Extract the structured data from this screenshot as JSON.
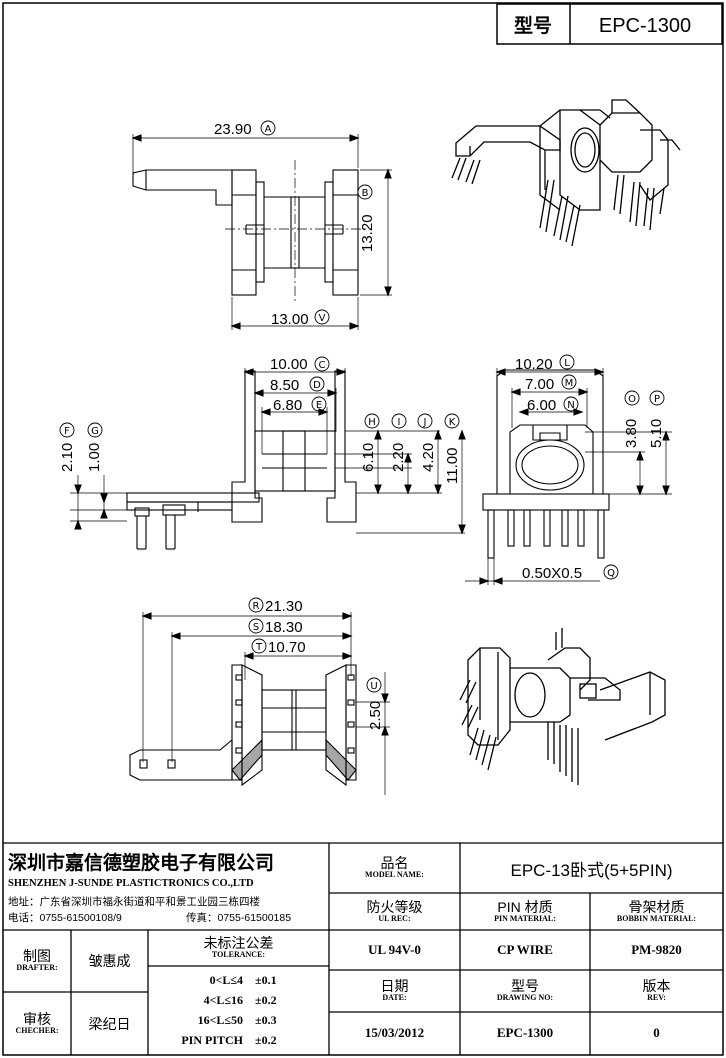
{
  "header": {
    "model_label": "型号",
    "model_value": "EPC-1300"
  },
  "dimensions": {
    "top_width": "23.90",
    "top_width_tag": "A",
    "top_height": "13.20",
    "top_height_tag": "B",
    "bottom_width": "13.00",
    "bottom_width_tag": "V",
    "c": "10.00",
    "c_tag": "C",
    "d": "8.50",
    "d_tag": "D",
    "e": "6.80",
    "e_tag": "E",
    "f": "2.10",
    "f_tag": "F",
    "g": "1.00",
    "g_tag": "G",
    "h": "6.10",
    "h_tag": "H",
    "i": "2.20",
    "i_tag": "I",
    "j": "4.20",
    "j_tag": "J",
    "k": "11.00",
    "k_tag": "K",
    "l": "10.20",
    "l_tag": "L",
    "m": "7.00",
    "m_tag": "M",
    "n": "6.00",
    "n_tag": "N",
    "o": "3.80",
    "o_tag": "O",
    "p": "5.10",
    "p_tag": "P",
    "q": "0.50X0.5",
    "q_tag": "Q",
    "r": "21.30",
    "r_tag": "R",
    "s": "18.30",
    "s_tag": "S",
    "t": "10.70",
    "t_tag": "T",
    "u": "2.50",
    "u_tag": "U"
  },
  "title_block": {
    "company_cn": "深圳市嘉信德塑胶电子有限公司",
    "company_en": "SHENZHEN J-SUNDE PLASTICTRONICS CO.,LTD",
    "address": "地址：广东省深圳市福永街道和平和景工业园三栋四楼",
    "phone": "电话：0755-61500108/9",
    "fax": "传真：0755-61500185",
    "model_name_cn": "品名",
    "model_name_en": "MODEL NAME:",
    "model_name_value": "EPC-13卧式(5+5PIN)",
    "ul_cn": "防火等级",
    "ul_en": "UL REC:",
    "pin_cn": "PIN 材质",
    "pin_en": "PIN MATERIAL:",
    "bobbin_cn": "骨架材质",
    "bobbin_en": "BOBBIN MATERIAL:",
    "ul_value": "UL 94V-0",
    "pin_value": "CP WIRE",
    "bobbin_value": "PM-9820",
    "drafter_cn": "制图",
    "drafter_en": "DRAFTER:",
    "drafter_name": "皱惠成",
    "checker_cn": "审核",
    "checker_en": "CHECHER:",
    "checker_name": "梁纪日",
    "tol_cn": "未标注公差",
    "tol_en": "TOLERANCE:",
    "tolerances": [
      {
        "range": "0<L≤4",
        "value": "±0.1"
      },
      {
        "range": "4<L≤16",
        "value": "±0.2"
      },
      {
        "range": "16<L≤50",
        "value": "±0.3"
      },
      {
        "range": "PIN PITCH",
        "value": "±0.2"
      }
    ],
    "date_cn": "日期",
    "date_en": "DATE:",
    "date_value": "15/03/2012",
    "drawing_cn": "型号",
    "drawing_en": "DRAWING NO:",
    "drawing_value": "EPC-1300",
    "rev_cn": "版本",
    "rev_en": "REV:",
    "rev_value": "0"
  }
}
